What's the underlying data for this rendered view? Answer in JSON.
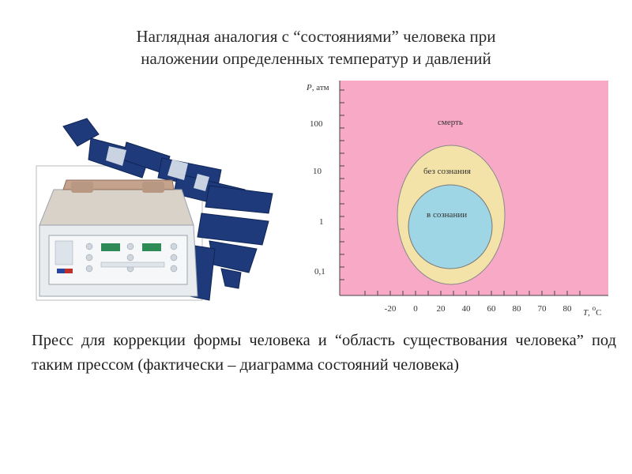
{
  "slide": {
    "title_line1": "Наглядная аналогия с “состояниями” человека при",
    "title_line2": "наложении определенных температур и давлений",
    "caption": "Пресс для коррекции формы человека и “область существования человека” под таким прессом (фактически – диаграмма состояний человека)"
  },
  "diagram": {
    "y_axis": {
      "title_var": "P",
      "title_unit": ", атм",
      "ticks": [
        "100",
        "10",
        "1",
        "0,1"
      ]
    },
    "x_axis": {
      "title_var": "T",
      "title_unit": ", ",
      "title_deg": "o",
      "title_c": "С",
      "ticks": [
        "-20",
        "0",
        "20",
        "40",
        "60",
        "80",
        "70",
        "80"
      ]
    },
    "regions": {
      "outer": "смерть",
      "middle": "без сознания",
      "inner": "в сознании"
    },
    "colors": {
      "background": "#f8a9c6",
      "middle": "#f4e3a8",
      "inner": "#9fd6e6"
    }
  }
}
